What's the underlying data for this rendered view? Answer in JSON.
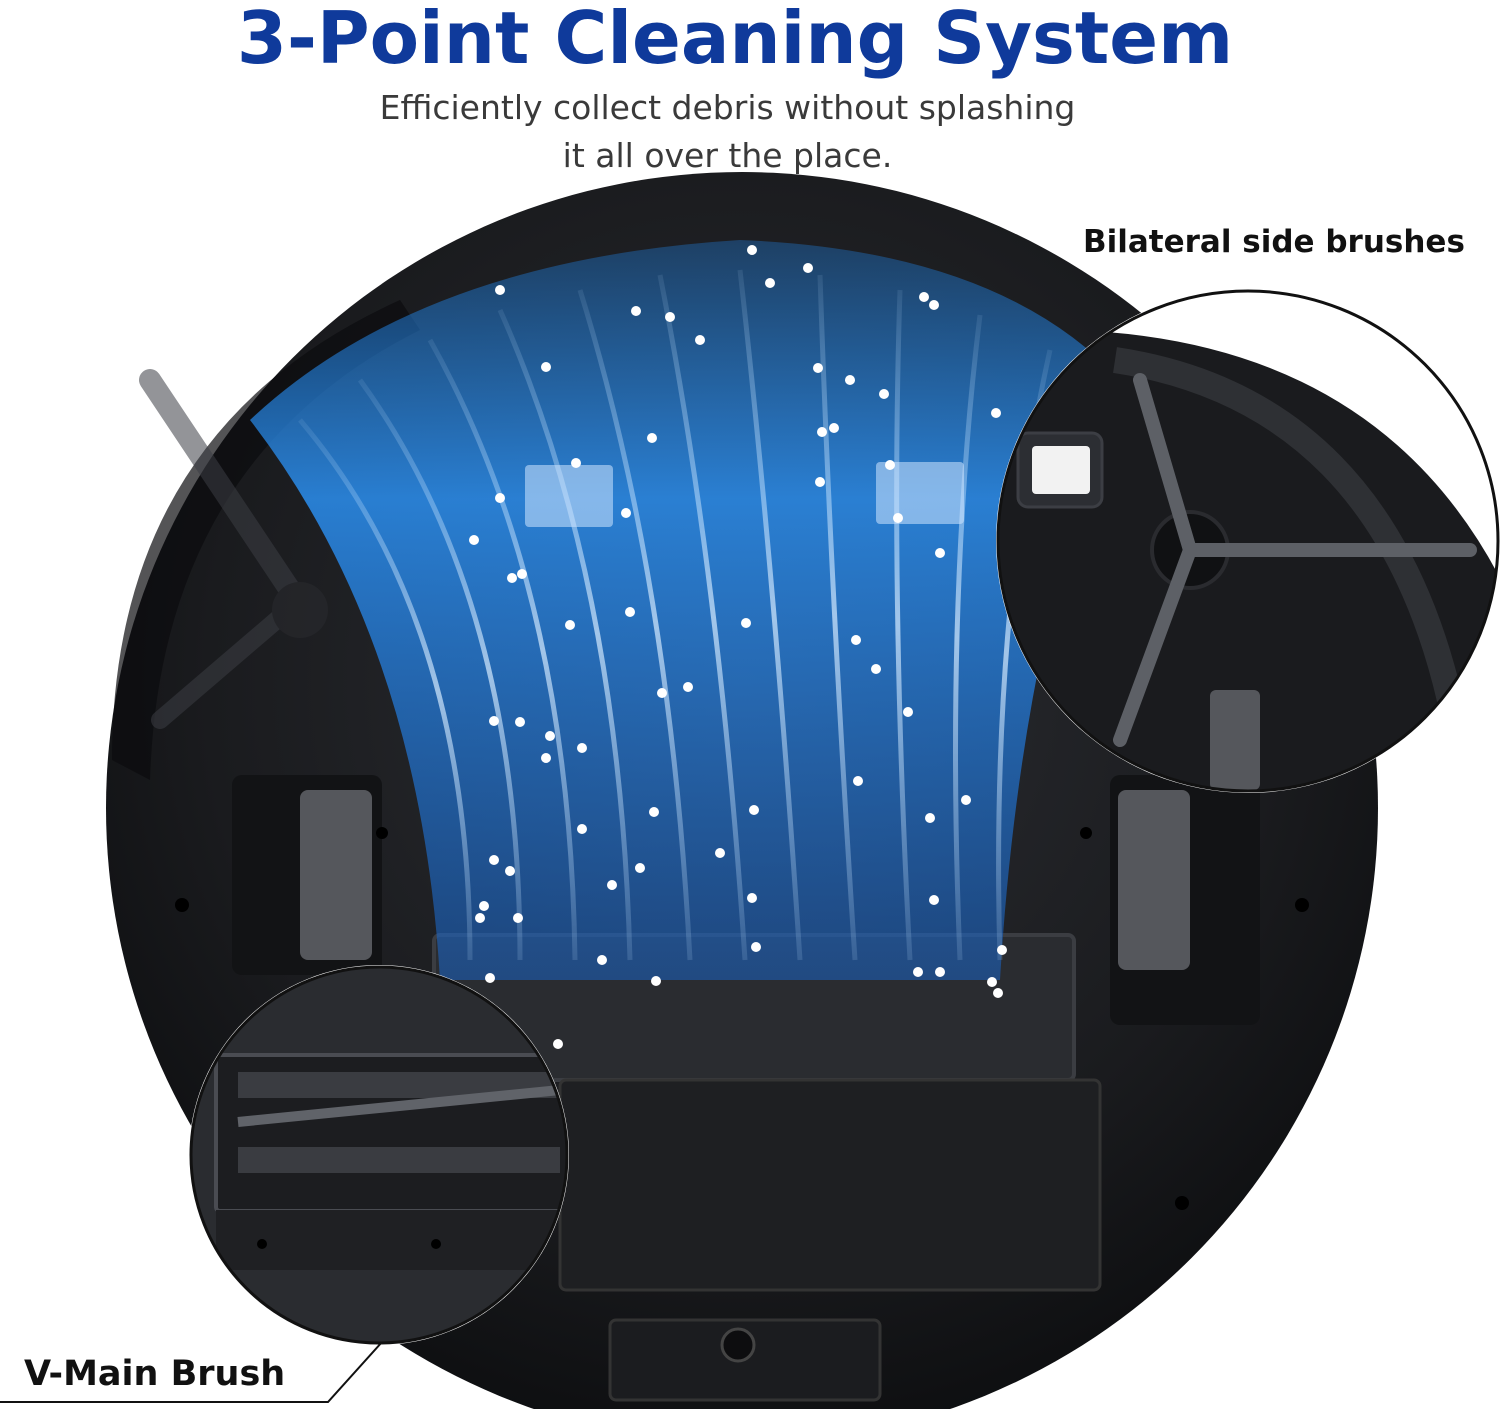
{
  "header": {
    "title": "3-Point Cleaning System",
    "subtitle_line1": "Efficiently collect debris without splashing",
    "subtitle_line2": "it all over the place."
  },
  "callouts": {
    "side_brushes": "Bilateral side brushes",
    "main_brush": "V-Main Brush"
  },
  "colors": {
    "title": "#0f3a9b",
    "robot_body": "#1c1d20",
    "airflow": "#1f7fe0",
    "debris": "#ffffff"
  },
  "icons": {
    "robot": "robot-vacuum-underside",
    "airflow": "suction-airflow",
    "zoom_side": "side-brush-closeup",
    "zoom_main": "main-brush-closeup"
  }
}
